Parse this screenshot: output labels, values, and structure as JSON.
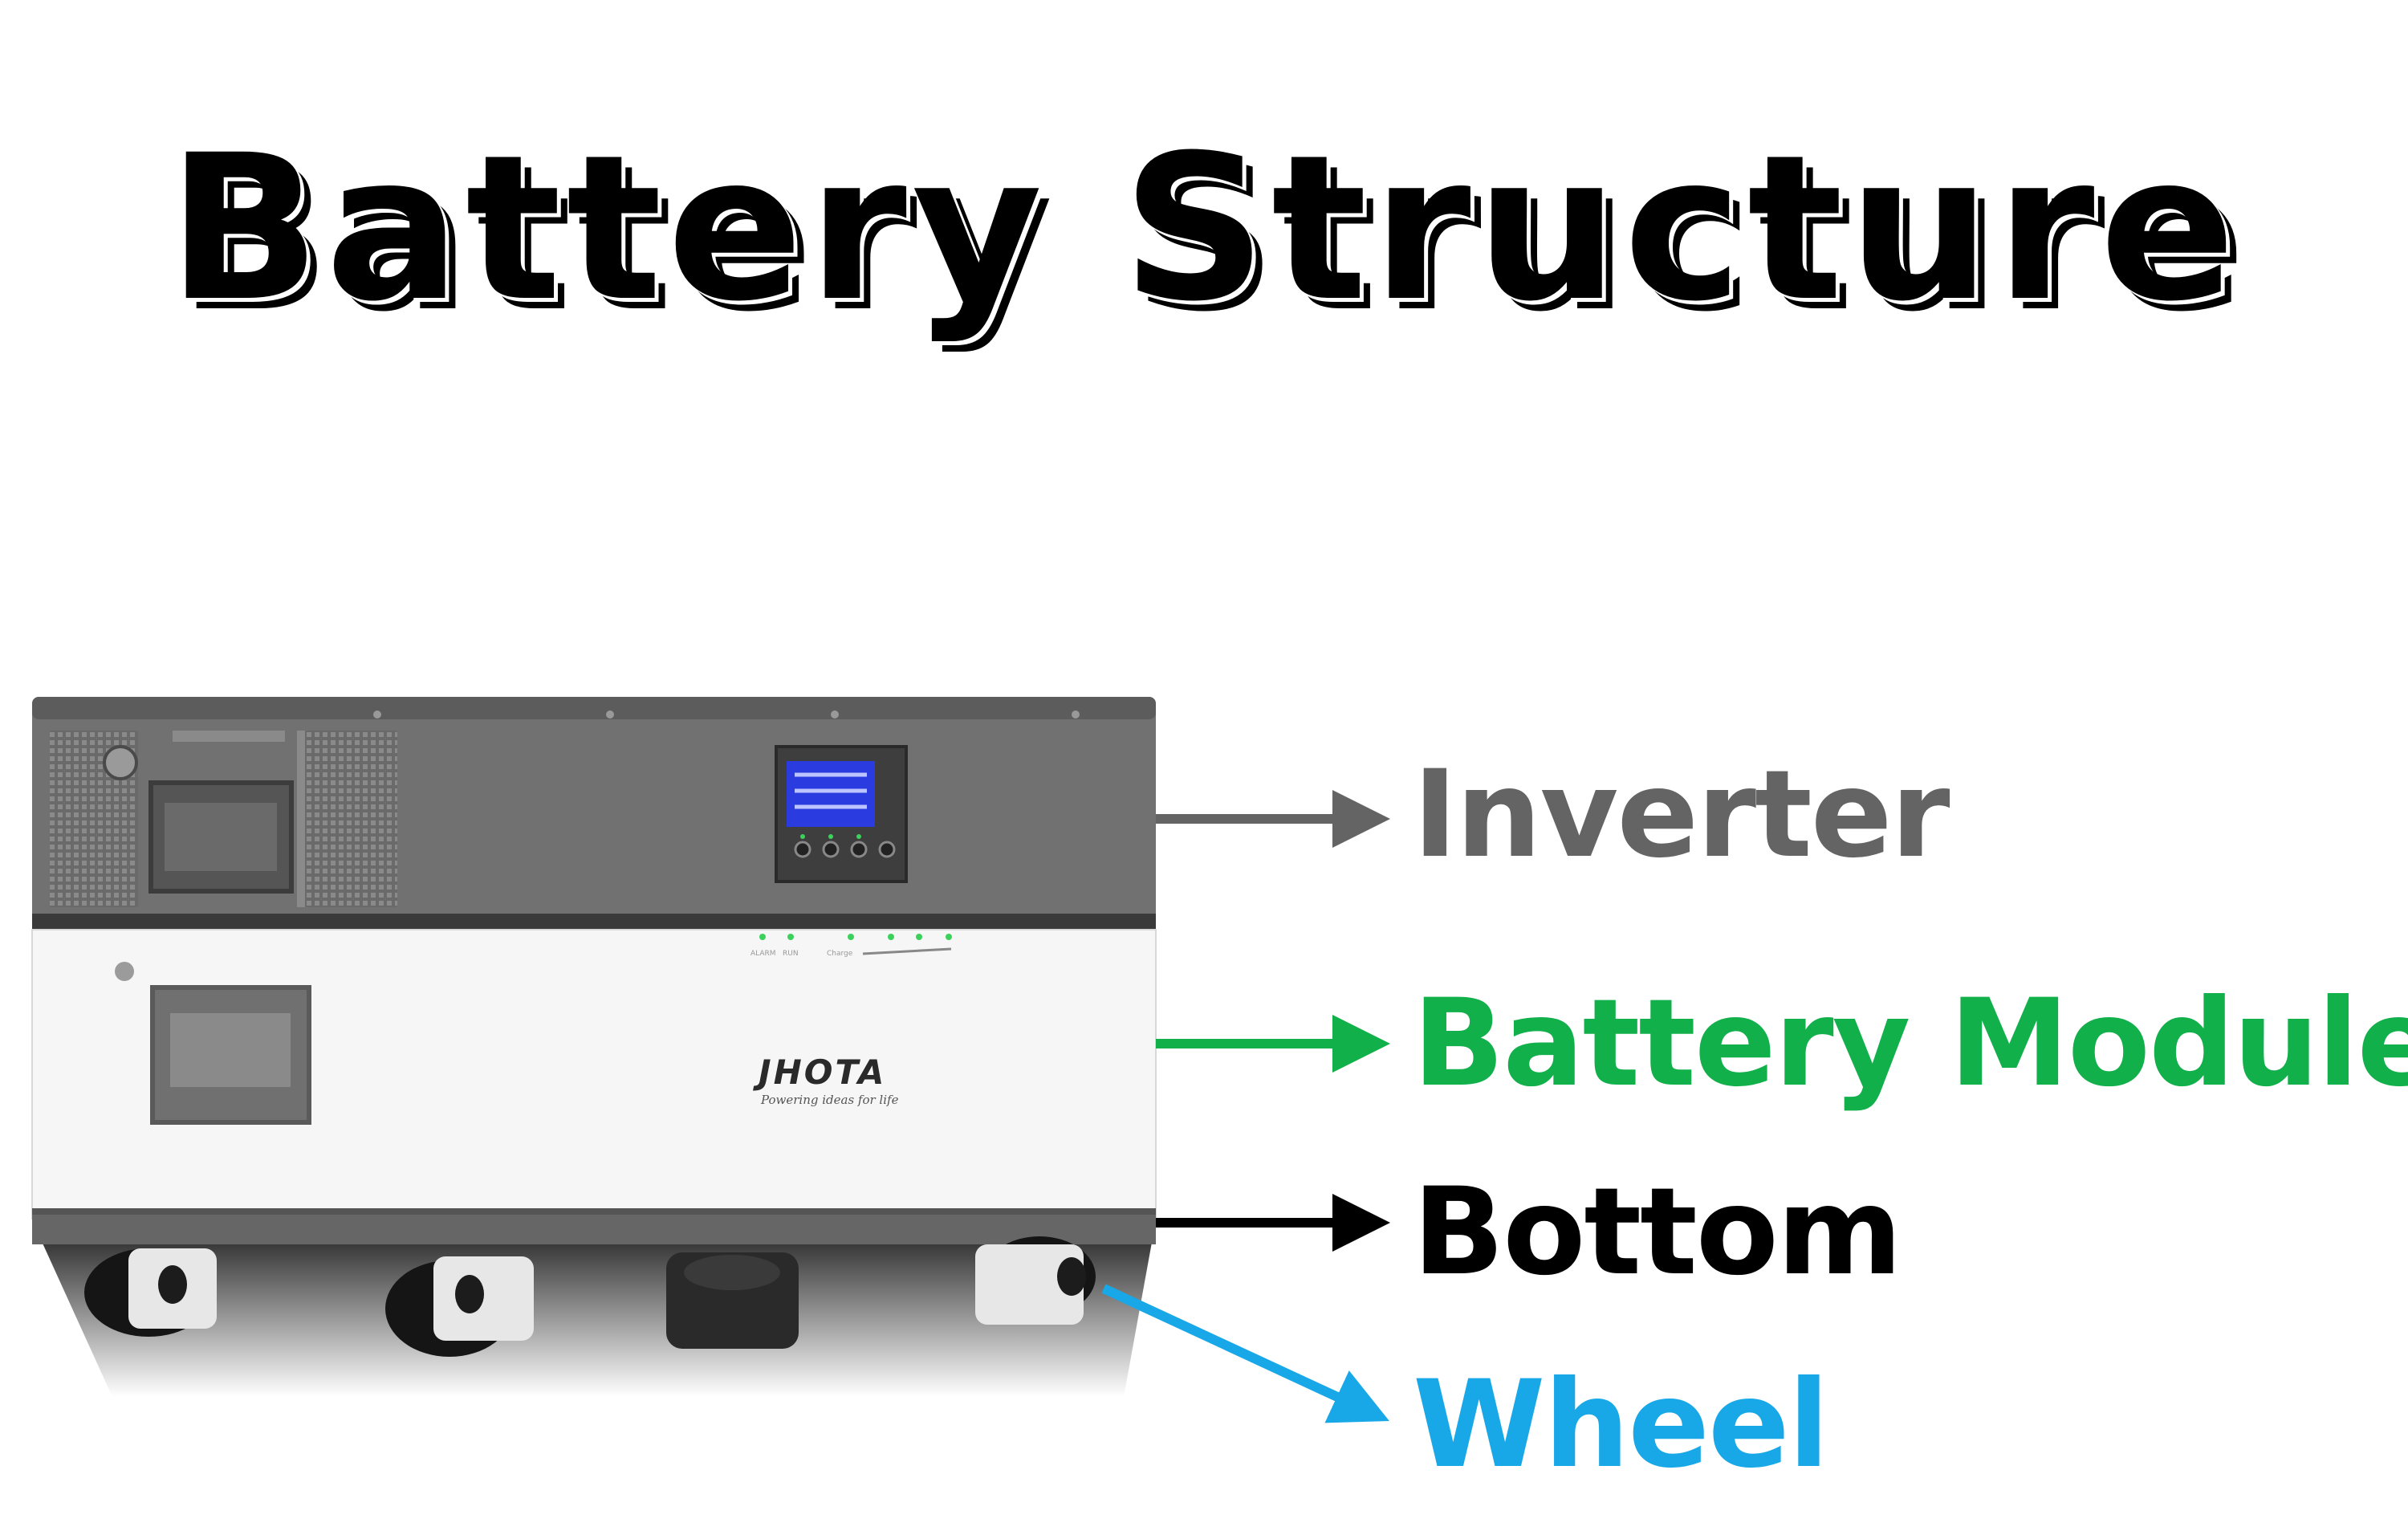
{
  "title": "Battery Structure",
  "device": {
    "brand": "JHOTA",
    "tagline": "Powering ideas for life",
    "indicator_labels": [
      "ALARM",
      "RUN",
      "Charge"
    ]
  },
  "labels": [
    {
      "id": "inverter",
      "text": "Inverter",
      "color": "#646464"
    },
    {
      "id": "battery-module",
      "text": "Battery Module",
      "color": "#12b04b"
    },
    {
      "id": "bottom",
      "text": "Bottom",
      "color": "#000000"
    },
    {
      "id": "wheel",
      "text": "Wheel",
      "color": "#18a8e8"
    }
  ]
}
